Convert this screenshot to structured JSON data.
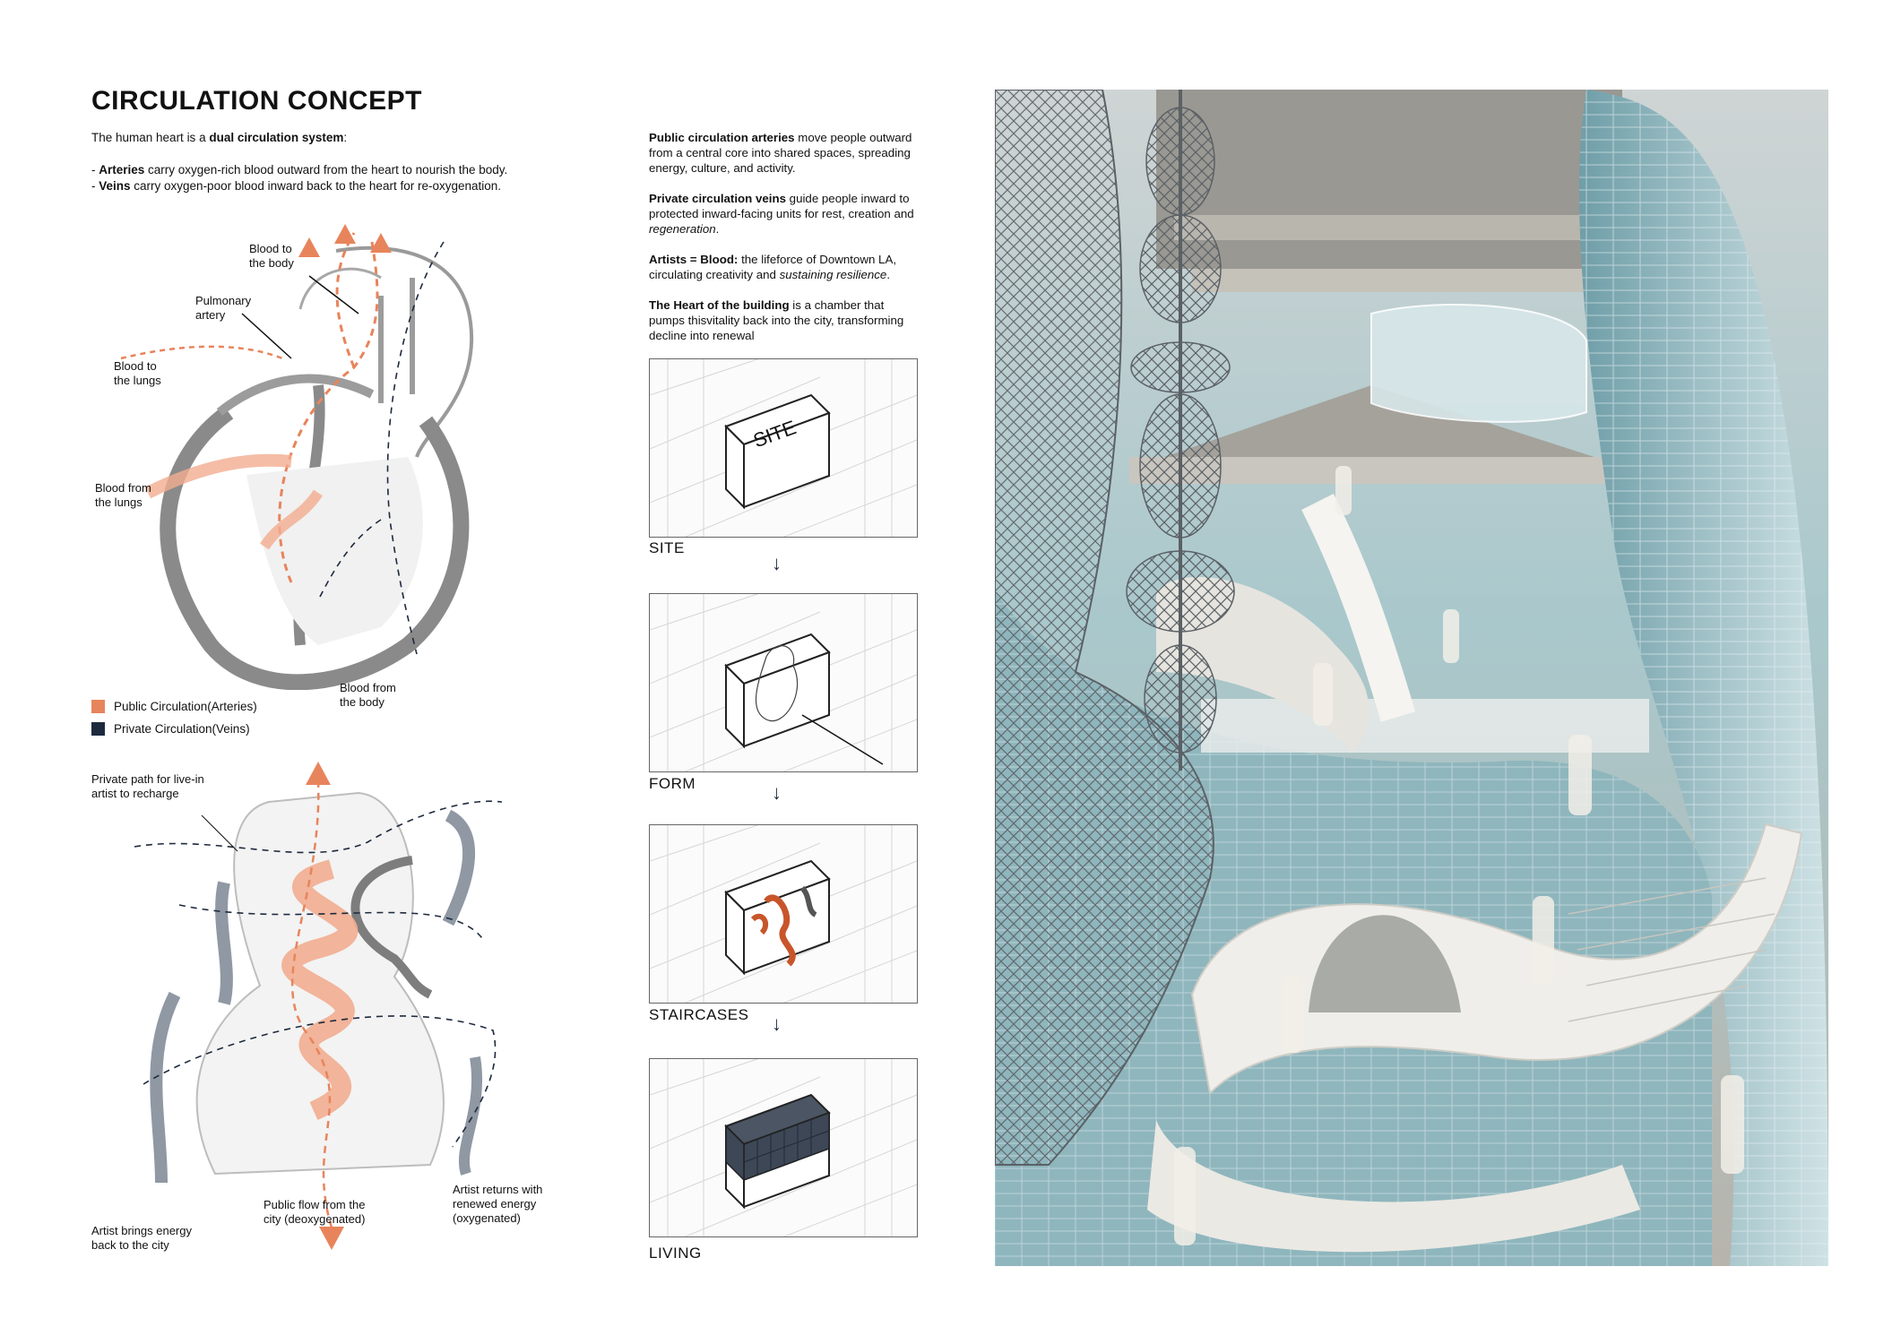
{
  "page_title": "CIRCULATION CONCEPT",
  "intro": {
    "line1_pre": "The human heart is a ",
    "line1_bold": "dual circulation system",
    "line1_post": ":",
    "arteries_bold": "Arteries",
    "arteries_text": " carry oxygen-rich blood outward from the heart to nourish the body.",
    "veins_bold": "Veins",
    "veins_text": " carry oxygen-poor blood inward back to the heart for re-oxygenation."
  },
  "heart_labels": {
    "blood_to_body": "Blood to\nthe body",
    "pulmonary_artery": "Pulmonary\nartery",
    "blood_to_lungs": "Blood to\nthe lungs",
    "blood_from_lungs": "Blood from\nthe lungs",
    "blood_from_body": "Blood from\nthe body"
  },
  "legend": [
    {
      "label": "Public Circulation(Arteries)",
      "color": "#e8845c"
    },
    {
      "label": "Private Circulation(Veins)",
      "color": "#1d2a3e"
    }
  ],
  "building_labels": {
    "private_path": "Private path for live-in\nartist to recharge",
    "artist_brings": "Artist brings energy\nback to the city",
    "public_flow": "Public flow from the\ncity (deoxygenated)",
    "artist_returns": "Artist returns with\nrenewed energy\n(oxygenated)"
  },
  "concept_text": {
    "p1_bold": "Public circulation arteries",
    "p1_text": " move people outward from a central core into shared spaces, spreading energy, culture, and activity.",
    "p2_bold": "Private circulation veins",
    "p2_text_a": " guide people inward to protected inward-facing units for rest, creation and ",
    "p2_italic": "regeneration",
    "p2_text_b": ".",
    "p3_bold": "Artists = Blood:",
    "p3_text": " the lifeforce of Downtown LA, circulating creativity and ",
    "p3_italic": "sustaining resilience",
    "p3_end": ".",
    "p4_bold": "The Heart of the building",
    "p4_text": " is a chamber that pumps thisvitality back into the city, transforming decline into renewal"
  },
  "stages": [
    {
      "label": "SITE",
      "box_text": "SITE"
    },
    {
      "label": "FORM"
    },
    {
      "label": "STAIRCASES"
    },
    {
      "label": "LIVING"
    }
  ],
  "arrow_glyph": "↓"
}
